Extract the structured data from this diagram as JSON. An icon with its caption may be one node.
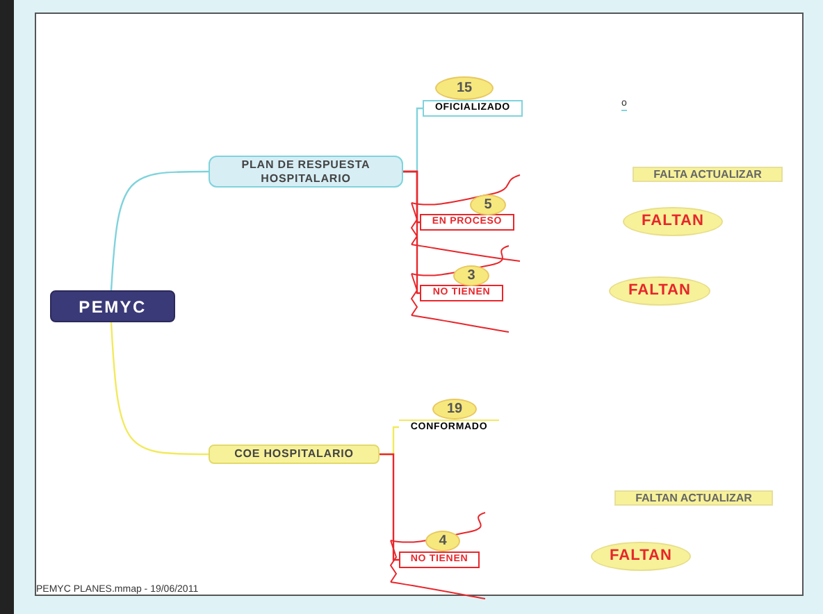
{
  "diagram": {
    "nodes": [
      {
        "text": [
          "PEMYC"
        ]
      },
      {
        "text": [
          "PLAN DE RESPUESTA HOSPITALARIO"
        ]
      },
      {
        "text": [
          "OFICIALIZADO"
        ]
      },
      {
        "text": [
          "15"
        ]
      },
      {
        "text": [
          "EN PROCESO"
        ]
      },
      {
        "text": [
          "5"
        ]
      },
      {
        "text": [
          "NO TIENEN"
        ]
      },
      {
        "text": [
          "3"
        ]
      },
      {
        "text": [
          "COE HOSPITALARIO"
        ]
      },
      {
        "text": [
          "CONFORMADO"
        ]
      },
      {
        "text": [
          "19"
        ]
      },
      {
        "text": [
          "NO TIENEN"
        ]
      },
      {
        "text": [
          "4"
        ]
      },
      {
        "text": [
          "FALTA ACTUALIZAR"
        ]
      },
      {
        "text": [
          "FALTAN"
        ]
      },
      {
        "text": [
          "FALTAN"
        ]
      },
      {
        "text": [
          "FALTAN ACTUALIZAR"
        ]
      },
      {
        "text": [
          "FALTAN"
        ]
      }
    ],
    "edges": [
      {
        "from": 0,
        "to": 1,
        "arrow": "none",
        "color": "#7fd3dc"
      },
      {
        "from": 1,
        "to": 2,
        "arrow": "none",
        "color": "#7fd3dc"
      },
      {
        "from": 1,
        "to": 4,
        "arrow": "none",
        "color": "#e8262b"
      },
      {
        "from": 1,
        "to": 6,
        "arrow": "none",
        "color": "#e8262b"
      },
      {
        "from": 0,
        "to": 8,
        "arrow": "none",
        "color": "#f2ea5c"
      },
      {
        "from": 8,
        "to": 9,
        "arrow": "none",
        "color": "#f2ea5c"
      },
      {
        "from": 8,
        "to": 11,
        "arrow": "none",
        "color": "#e8262b"
      }
    ],
    "labels": [
      "o",
      "PEMYC PLANES.mmap - 19/06/2011"
    ]
  }
}
